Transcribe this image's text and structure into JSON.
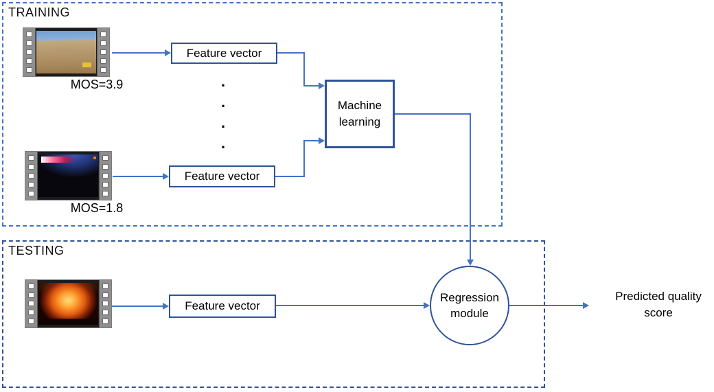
{
  "colors": {
    "training_dash": "#4472C4",
    "testing_dash": "#2F5496",
    "box_border": "#2E5395",
    "arrow": "#4472C4"
  },
  "training": {
    "label": "TRAINING",
    "dot": ".",
    "videos": [
      {
        "name": "desert-video",
        "mos": "MOS=3.9",
        "feature_vector": "Feature vector"
      },
      {
        "name": "concert-video",
        "mos": "MOS=1.8",
        "feature_vector": "Feature vector"
      }
    ],
    "machine_learning": "Machine learning"
  },
  "testing": {
    "label": "TESTING",
    "video": {
      "name": "fire-video"
    },
    "feature_vector": "Feature vector",
    "regression_module": "Regression module"
  },
  "output": {
    "predicted_quality": "Predicted quality score"
  }
}
